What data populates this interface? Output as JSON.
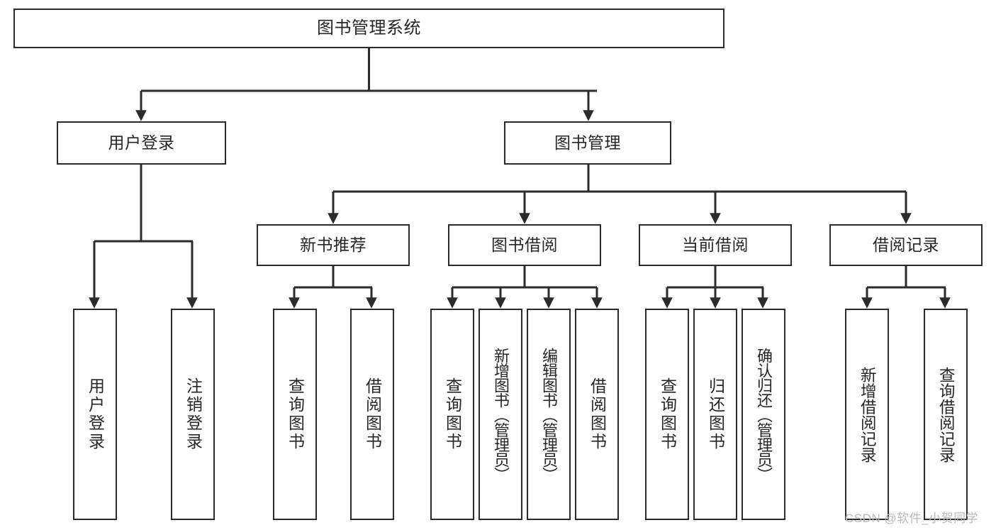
{
  "diagram": {
    "title": "图书管理系统",
    "type": "hierarchy-tree",
    "stroke_color": "#2b2b2b",
    "fill_color": "#ffffff",
    "text_color": "#262626",
    "watermark": "CSDN @软件_小贺同学",
    "watermark_color": "#b9b9b9"
  },
  "nodes": {
    "root": {
      "label": "图书管理系统"
    },
    "level1": [
      {
        "id": "user-login",
        "label": "用户登录"
      },
      {
        "id": "book-manage",
        "label": "图书管理"
      }
    ],
    "level2": [
      {
        "id": "new-book-rec",
        "label": "新书推荐"
      },
      {
        "id": "book-borrow",
        "label": "图书借阅"
      },
      {
        "id": "current-borrow",
        "label": "当前借阅"
      },
      {
        "id": "borrow-record",
        "label": "借阅记录"
      }
    ],
    "leaves": {
      "user_login": [
        {
          "id": "leaf-user-login",
          "label": "用户登录"
        },
        {
          "id": "leaf-logout",
          "label": "注销登录"
        }
      ],
      "new_book_rec": [
        {
          "id": "leaf-query-book-1",
          "label": "查询图书"
        },
        {
          "id": "leaf-borrow-book-1",
          "label": "借阅图书"
        }
      ],
      "book_borrow": [
        {
          "id": "leaf-query-book-2",
          "label": "查询图书"
        },
        {
          "id": "leaf-add-book",
          "label": "新增图书（管理员）"
        },
        {
          "id": "leaf-edit-book",
          "label": "编辑图书（管理员）"
        },
        {
          "id": "leaf-borrow-book-2",
          "label": "借阅图书"
        }
      ],
      "current_borrow": [
        {
          "id": "leaf-query-book-3",
          "label": "查询图书"
        },
        {
          "id": "leaf-return-book",
          "label": "归还图书"
        },
        {
          "id": "leaf-confirm-return",
          "label": "确认归还（管理员）"
        }
      ],
      "borrow_record": [
        {
          "id": "leaf-add-record",
          "label": "新增借阅记录"
        },
        {
          "id": "leaf-query-record",
          "label": "查询借阅记录"
        }
      ]
    }
  }
}
